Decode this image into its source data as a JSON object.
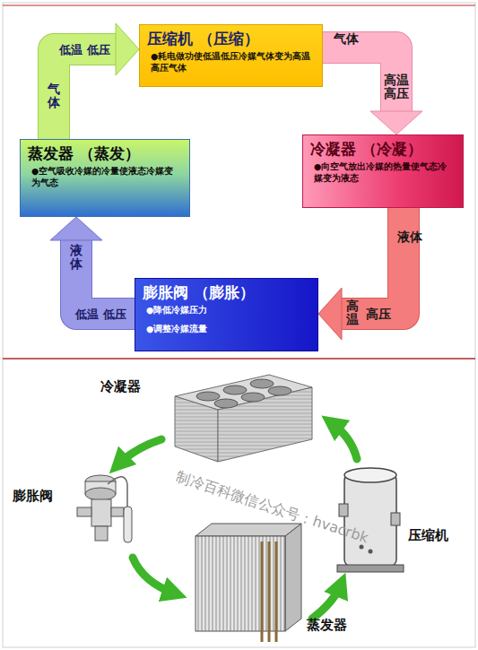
{
  "diagram": {
    "nodes": [
      {
        "text": [
          "压缩机 （压缩）",
          "●耗电做功使低温低压冷媒气体变为高温高压气体"
        ]
      },
      {
        "text": [
          "冷凝器 （冷凝）",
          "●向空气放出冷媒的热量使气态冷媒变为液态"
        ]
      },
      {
        "text": [
          "膨胀阀 （膨胀）",
          "●降低冷媒压力",
          "●调整冷媒流量"
        ]
      },
      {
        "text": [
          "蒸发器 （蒸发）",
          "●空气吸收冷媒的冷量使液态冷媒变为气态"
        ]
      }
    ],
    "edges": [
      {
        "from": 0,
        "to": 1,
        "arrow": "to",
        "label": "气体"
      },
      {
        "from": 1,
        "to": 2,
        "arrow": "to",
        "label": "液体"
      },
      {
        "from": 2,
        "to": 3,
        "arrow": "to",
        "label": "液体"
      },
      {
        "from": 3,
        "to": 0,
        "arrow": "to",
        "label": "气体"
      }
    ],
    "labels": [
      "高温 高压",
      "高压",
      "高温",
      "低温 低压",
      "低温 低压",
      "冷凝器",
      "膨胀阀",
      "蒸发器",
      "压缩机",
      "制冷百科微信公众号：hvacrbk"
    ]
  }
}
